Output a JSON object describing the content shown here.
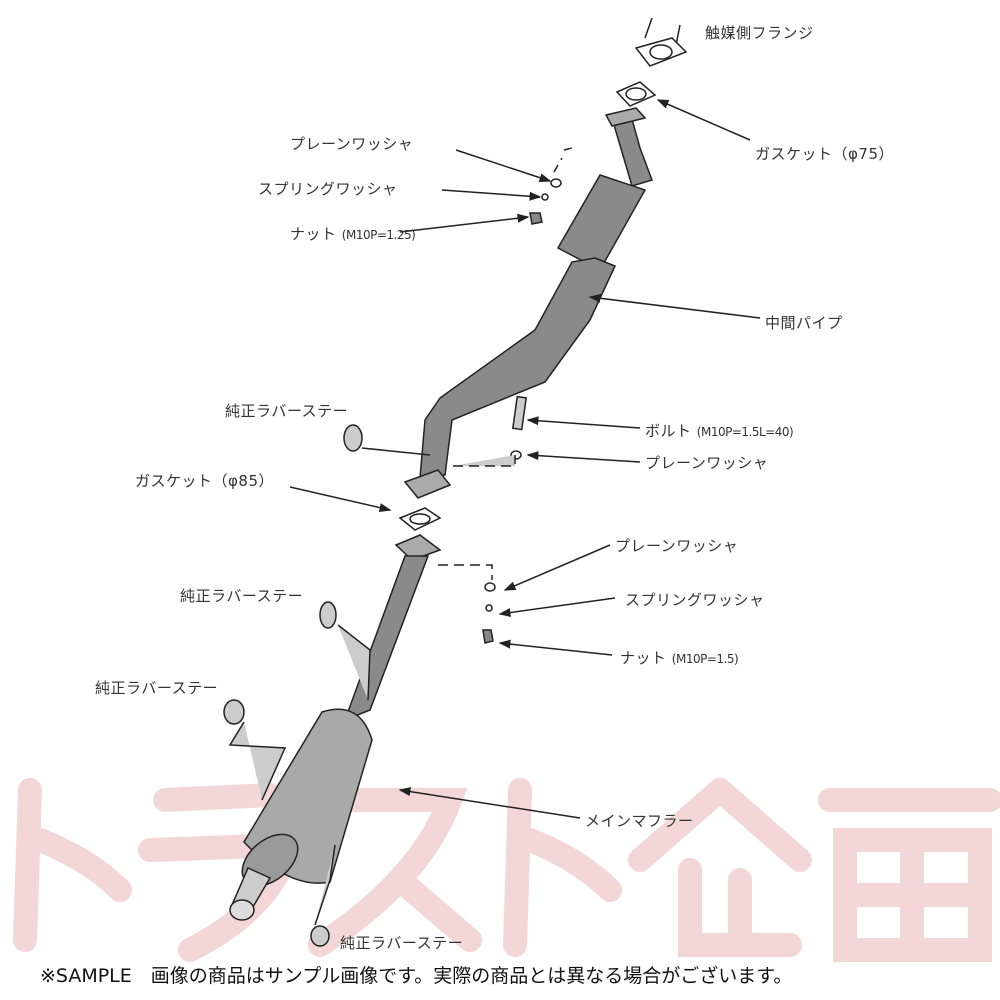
{
  "watermark": "トラスト企画",
  "labels": {
    "catalyst_flange": "触媒側フランジ",
    "gasket_75": "ガスケット（φ75）",
    "plain_washer_1": "プレーンワッシャ",
    "spring_washer_1": "スプリングワッシャ",
    "nut_1": "ナット",
    "nut_1_spec": "(M10P=1.25)",
    "center_pipe": "中間パイプ",
    "rubber_stay_1": "純正ラバーステー",
    "bolt": "ボルト",
    "bolt_spec": "(M10P=1.5L=40)",
    "plain_washer_2": "プレーンワッシャ",
    "gasket_85": "ガスケット（φ85）",
    "plain_washer_3": "プレーンワッシャ",
    "spring_washer_3": "スプリングワッシャ",
    "nut_3": "ナット",
    "nut_3_spec": "(M10P=1.5)",
    "rubber_stay_2": "純正ラバーステー",
    "rubber_stay_3": "純正ラバーステー",
    "main_muffler": "メインマフラー",
    "rubber_stay_4": "純正ラバーステー"
  },
  "footer": "※SAMPLE　画像の商品はサンプル画像です。実際の商品とは異なる場合がございます。",
  "colors": {
    "part_fill": "#8a8a8a",
    "line": "#222222",
    "watermark": "#f3d6d6"
  }
}
